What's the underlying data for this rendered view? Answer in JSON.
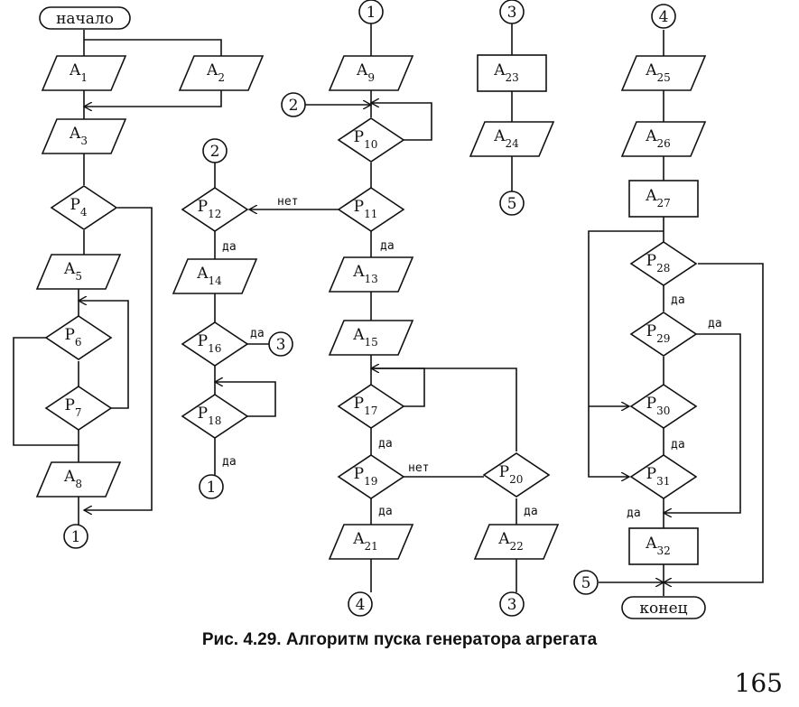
{
  "figure": {
    "caption": "Рис. 4.29. Алгоритм пуска генератора агрегата",
    "page_number": "165"
  },
  "terminals": {
    "start": "начало",
    "end": "конец"
  },
  "branch_labels": {
    "yes": "да",
    "no": "нет"
  },
  "connectors": [
    "1",
    "2",
    "3",
    "4",
    "5"
  ],
  "blocks": {
    "A1": {
      "letter": "A",
      "index": "1"
    },
    "A2": {
      "letter": "A",
      "index": "2"
    },
    "A3": {
      "letter": "A",
      "index": "3"
    },
    "P4": {
      "letter": "P",
      "index": "4"
    },
    "A5": {
      "letter": "A",
      "index": "5"
    },
    "P6": {
      "letter": "P",
      "index": "6"
    },
    "P7": {
      "letter": "P",
      "index": "7"
    },
    "A8": {
      "letter": "A",
      "index": "8"
    },
    "A9": {
      "letter": "A",
      "index": "9"
    },
    "P10": {
      "letter": "P",
      "index": "10"
    },
    "P11": {
      "letter": "P",
      "index": "11"
    },
    "P12": {
      "letter": "P",
      "index": "12"
    },
    "A13": {
      "letter": "A",
      "index": "13"
    },
    "A14": {
      "letter": "A",
      "index": "14"
    },
    "A15": {
      "letter": "A",
      "index": "15"
    },
    "P16": {
      "letter": "P",
      "index": "16"
    },
    "P17": {
      "letter": "P",
      "index": "17"
    },
    "P18": {
      "letter": "P",
      "index": "18"
    },
    "P19": {
      "letter": "P",
      "index": "19"
    },
    "P20": {
      "letter": "P",
      "index": "20"
    },
    "A21": {
      "letter": "A",
      "index": "21"
    },
    "A22": {
      "letter": "A",
      "index": "22"
    },
    "A23": {
      "letter": "A",
      "index": "23"
    },
    "A24": {
      "letter": "A",
      "index": "24"
    },
    "A25": {
      "letter": "A",
      "index": "25"
    },
    "A26": {
      "letter": "A",
      "index": "26"
    },
    "A27": {
      "letter": "A",
      "index": "27"
    },
    "P28": {
      "letter": "P",
      "index": "28"
    },
    "P29": {
      "letter": "P",
      "index": "29"
    },
    "P30": {
      "letter": "P",
      "index": "30"
    },
    "P31": {
      "letter": "P",
      "index": "31"
    },
    "A32": {
      "letter": "A",
      "index": "32"
    }
  }
}
